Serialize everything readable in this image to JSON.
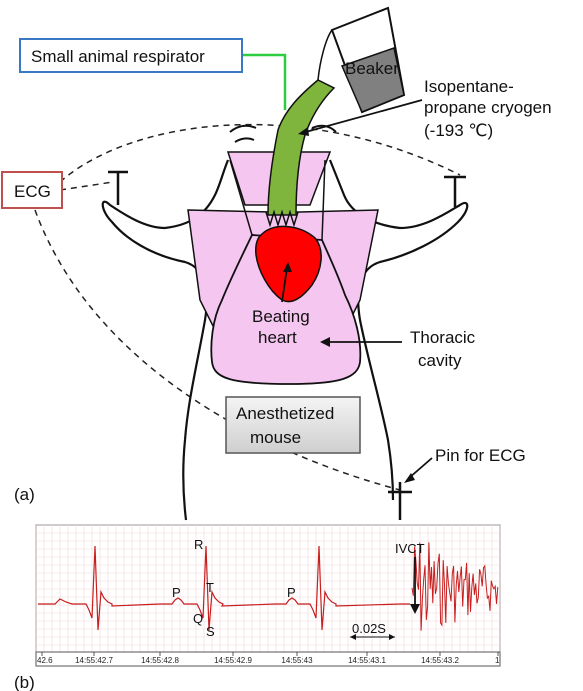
{
  "panel_a": {
    "respirator_label": "Small animal respirator",
    "beaker_label": "Beaker",
    "cryogen_line1": "Isopentane-",
    "cryogen_line2": "propane cryogen",
    "cryogen_line3": "(-193 ℃)",
    "ecg_label": "ECG",
    "heart_line1": "Beating",
    "heart_line2": "heart",
    "thoracic_line1": "Thoracic",
    "thoracic_line2": "cavity",
    "mouse_line1": "Anesthetized",
    "mouse_line2": "mouse",
    "pin_label": "Pin for ECG",
    "panel_label": "(a)"
  },
  "panel_b": {
    "panel_label": "(b)",
    "wave_labels": {
      "R": "R",
      "T": "T",
      "Q": "Q",
      "S": "S",
      "P1": "P",
      "P2": "P",
      "ivct": "IVCT"
    },
    "scale_label": "0.02S",
    "time_ticks": [
      "42.6",
      "14:55:42.7",
      "14:55:42.8",
      "14:55:42.9",
      "14:55:43",
      "14:55:43.1",
      "14:55:43.2",
      "1"
    ]
  },
  "colors": {
    "respirator_border": "#3b78c4",
    "ecg_border": "#c0504d",
    "green_line": "#2ecc40",
    "tube_green": "#7fb53c",
    "beaker_gray": "#808080",
    "body_pink": "#f5c6f0",
    "heart_red": "#ff0000",
    "trace_red": "#c81e1e",
    "grid_pink": "#f2d7d7"
  }
}
